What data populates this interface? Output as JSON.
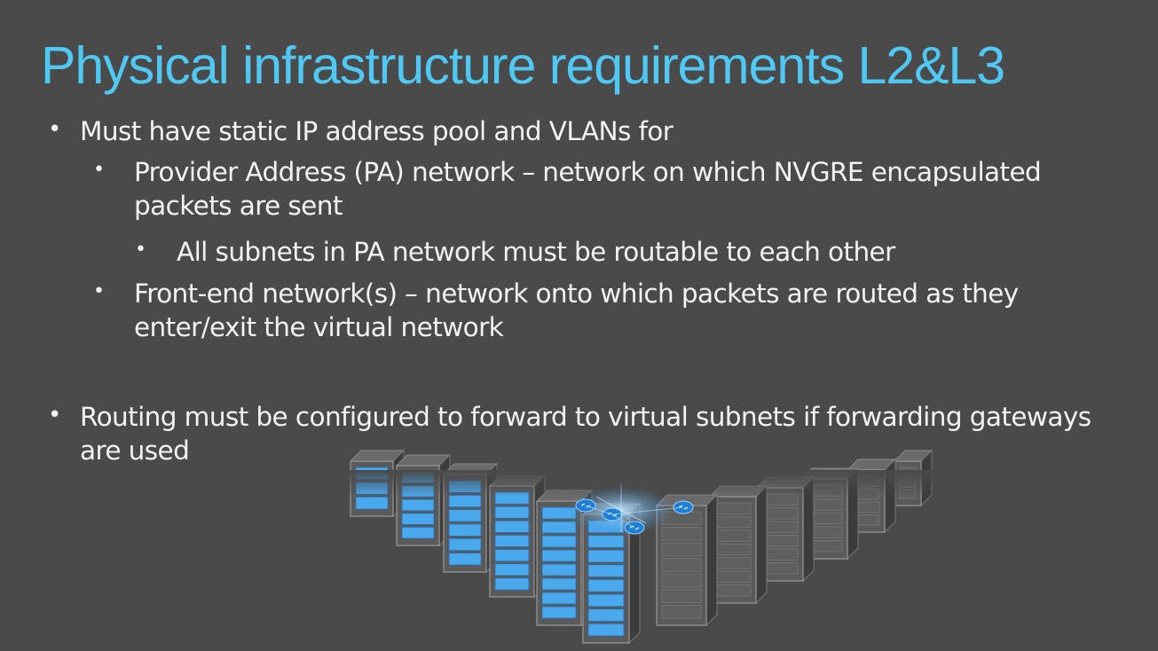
{
  "slide": {
    "title": "Physical infrastructure requirements L2&L3",
    "bullet_char": "•",
    "bullets": [
      {
        "level": 1,
        "text": "Must have static IP address pool and VLANs for"
      },
      {
        "level": 2,
        "text": "Provider Address (PA) network – network on which NVGRE encapsulated packets are sent"
      },
      {
        "level": 3,
        "text": "All subnets in PA network must be routable to each other"
      },
      {
        "level": 2,
        "text": "Front-end network(s) – network onto which packets are routed as they enter/exit the virtual network"
      },
      {
        "level": 1,
        "text": "Routing must be configured to forward to virtual subnets if forwarding gateways are used"
      }
    ]
  },
  "colors": {
    "background": "#4a4a4a",
    "title": "#50c8f4",
    "body_text": "#f2f2f2",
    "rack_light": "#4aa8ec",
    "rack_face": "#5a5a5a",
    "network_node": "#1e7fd6"
  },
  "icons": [
    "datacenter-server-racks-illustration",
    "network-switch-icon"
  ]
}
